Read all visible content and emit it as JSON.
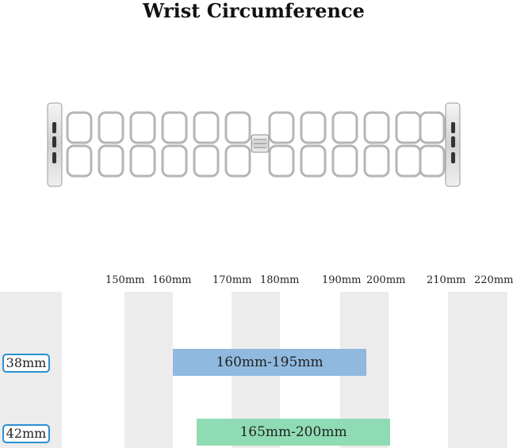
{
  "title": "Wrist Circumference",
  "ticks": [
    "150mm",
    "160mm",
    "170mm",
    "180mm",
    "190mm",
    "200mm",
    "210mm",
    "220mm"
  ],
  "sizes": [
    {
      "label": "38mm",
      "range": "160mm-195mm",
      "color": "#8fb9df"
    },
    {
      "label": "42mm",
      "range": "165mm-200mm",
      "color": "#8fdcb4"
    }
  ],
  "colors": {
    "label_border": "#2b8fd1",
    "stripe": "#ececec"
  },
  "image": {
    "icon": "watch-band-image"
  }
}
